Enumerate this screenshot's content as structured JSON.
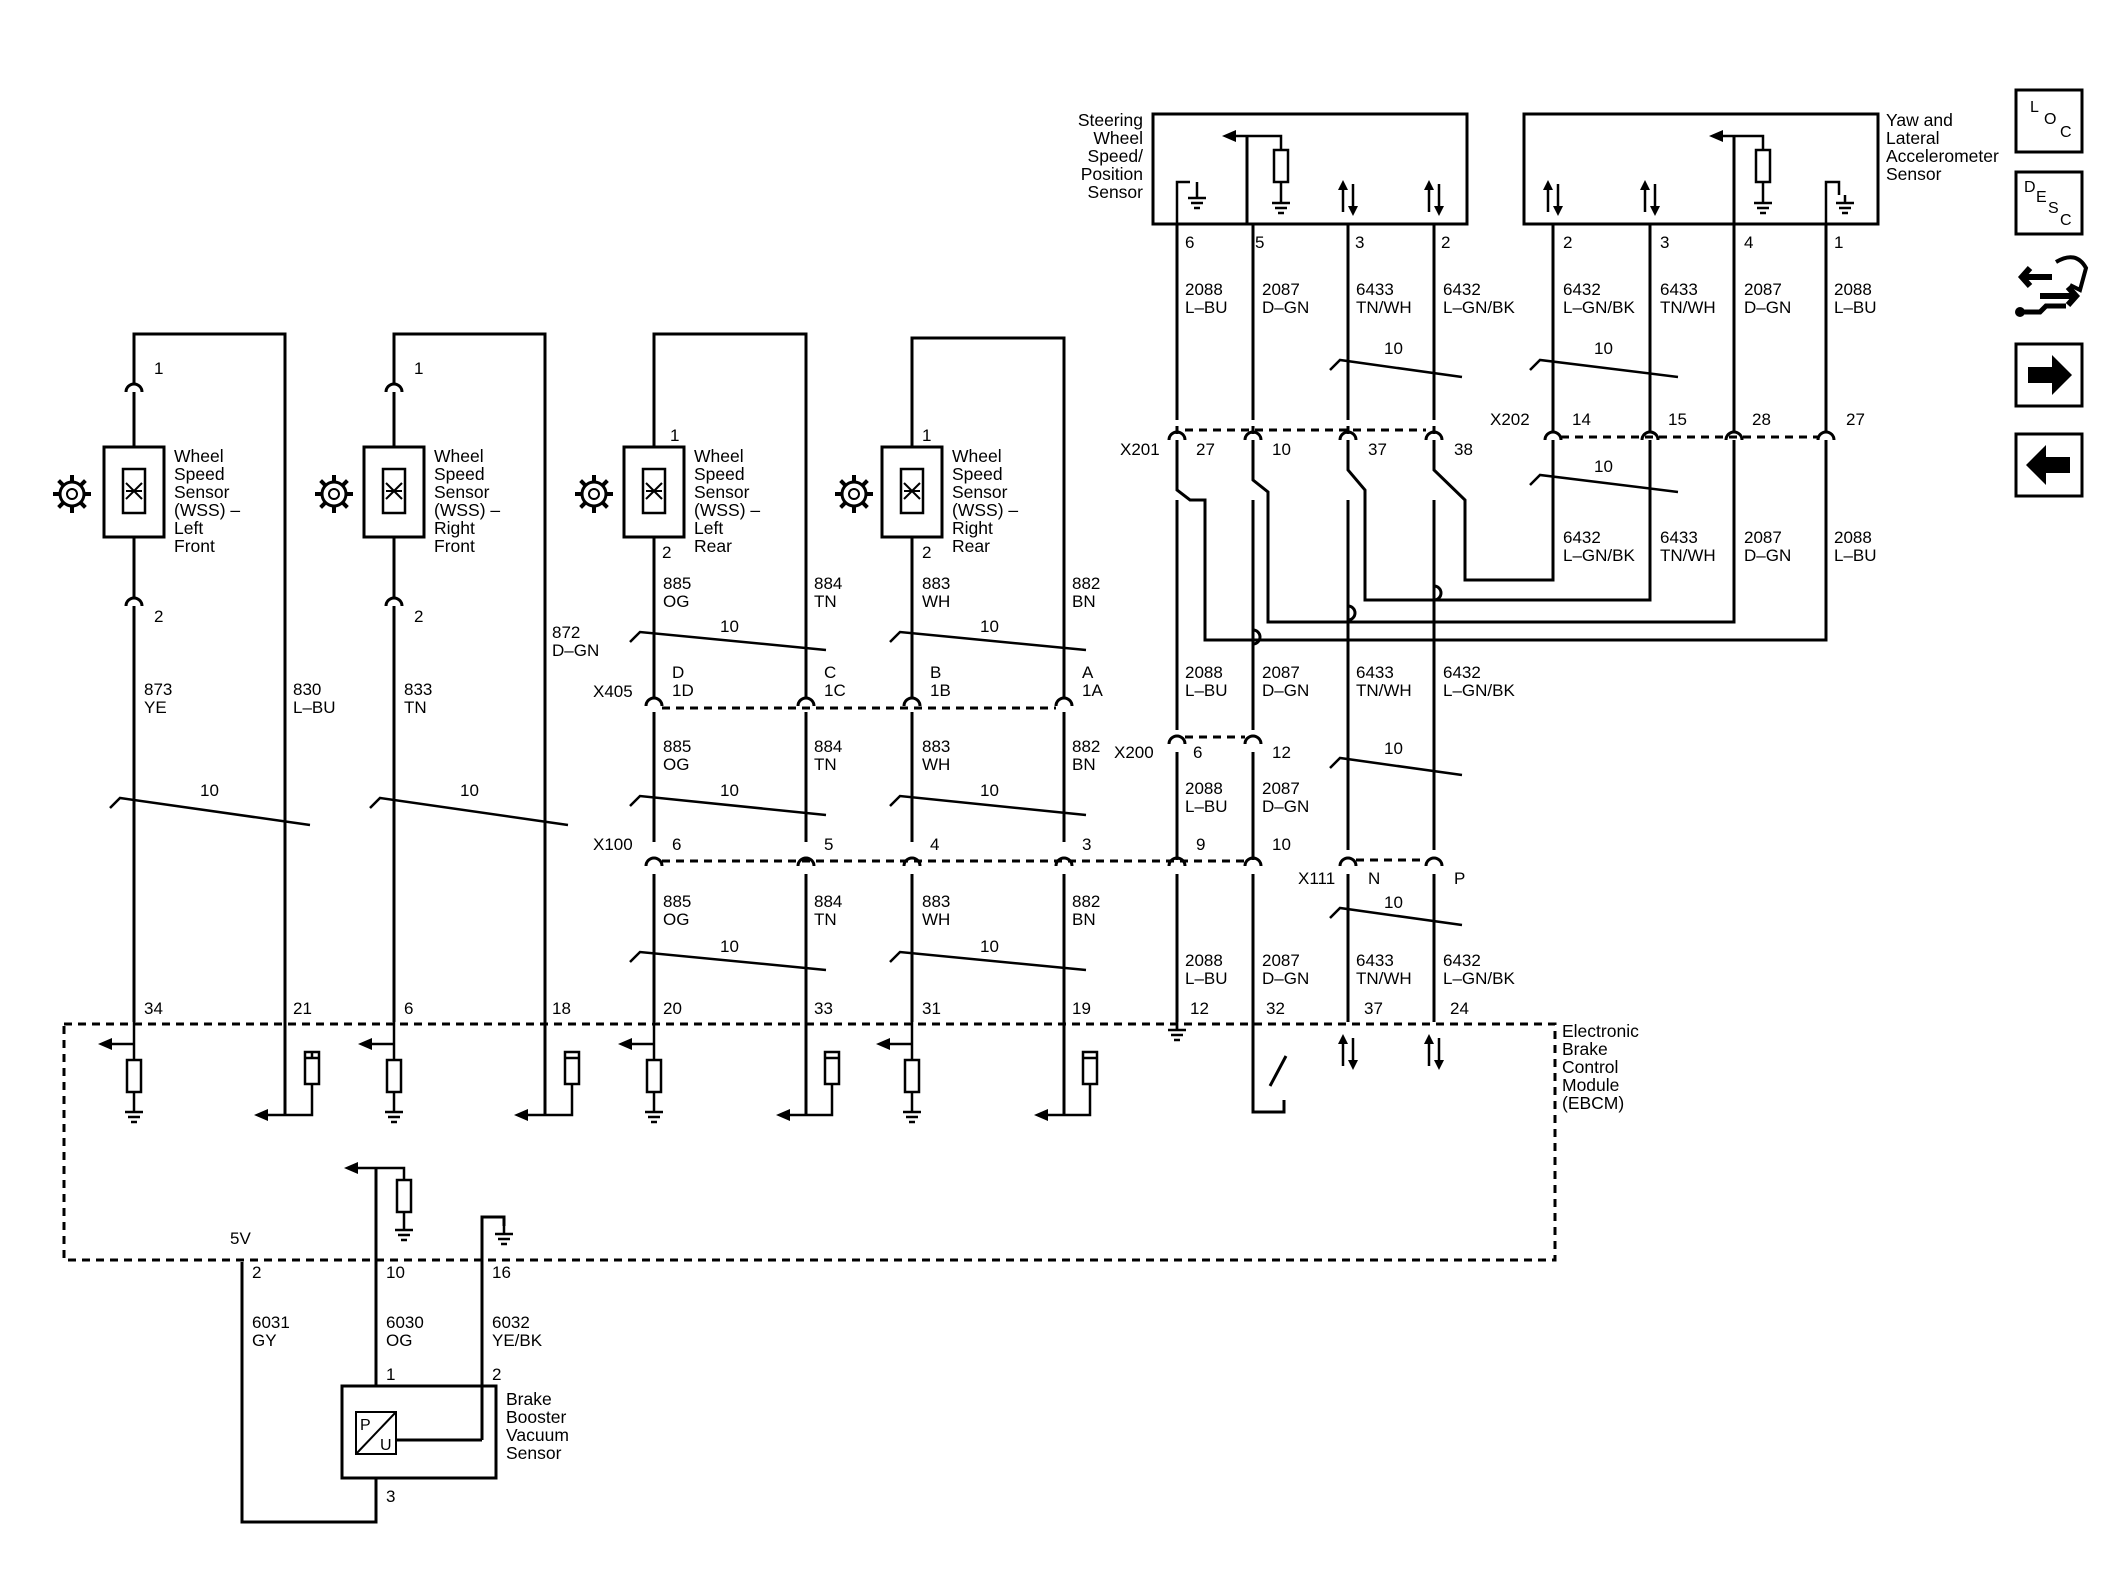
{
  "components": {
    "sws": [
      "Steering",
      "Wheel",
      "Speed/",
      "Position",
      "Sensor"
    ],
    "yaw": [
      "Yaw and",
      "Lateral",
      "Accelerometer",
      "Sensor"
    ],
    "wss_lf": [
      "Wheel",
      "Speed",
      "Sensor",
      "(WSS) –",
      "Left",
      "Front"
    ],
    "wss_rf": [
      "Wheel",
      "Speed",
      "Sensor",
      "(WSS) –",
      "Right",
      "Front"
    ],
    "wss_lr": [
      "Wheel",
      "Speed",
      "Sensor",
      "(WSS) –",
      "Left",
      "Rear"
    ],
    "wss_rr": [
      "Wheel",
      "Speed",
      "Sensor",
      "(WSS) –",
      "Right",
      "Rear"
    ],
    "ebcm": [
      "Electronic",
      "Brake",
      "Control",
      "Module",
      "(EBCM)"
    ],
    "bbvs": [
      "Brake",
      "Booster",
      "Vacuum",
      "Sensor"
    ],
    "bbvs_symbol_top": "P",
    "bbvs_symbol_bottom": "U"
  },
  "connectors": {
    "x201": "X201",
    "x202": "X202",
    "x405": "X405",
    "x200": "X200",
    "x100": "X100",
    "x111": "X111"
  },
  "pins": {
    "sws": [
      "6",
      "5",
      "3",
      "2"
    ],
    "yaw": [
      "2",
      "3",
      "4",
      "1"
    ],
    "x201": [
      "27",
      "10",
      "37",
      "38"
    ],
    "x202": [
      "14",
      "15",
      "28",
      "27"
    ],
    "wss_top": "1",
    "wss_bottom": "2",
    "x405": [
      "D",
      "1D",
      "C",
      "1C",
      "B",
      "1B",
      "A",
      "1A"
    ],
    "x200": [
      "6",
      "12"
    ],
    "x100": [
      "6",
      "5",
      "4",
      "3",
      "9",
      "10"
    ],
    "x111": [
      "N",
      "P"
    ],
    "ebcm": [
      "34",
      "21",
      "6",
      "18",
      "20",
      "33",
      "31",
      "19",
      "12",
      "32",
      "37",
      "24"
    ],
    "ebcm_low": [
      "2",
      "10",
      "16"
    ],
    "supply_label": "5V",
    "bbvs": [
      "1",
      "2",
      "3"
    ]
  },
  "circuits": {
    "c2088": [
      "2088",
      "L–BU"
    ],
    "c2087": [
      "2087",
      "D–GN"
    ],
    "c6433": [
      "6433",
      "TN/WH"
    ],
    "c6432": [
      "6432",
      "L–GN/BK"
    ],
    "c873": [
      "873",
      "YE"
    ],
    "c830": [
      "830",
      "L–BU"
    ],
    "c833": [
      "833",
      "TN"
    ],
    "c872": [
      "872",
      "D–GN"
    ],
    "c885": [
      "885",
      "OG"
    ],
    "c884": [
      "884",
      "TN"
    ],
    "c883": [
      "883",
      "WH"
    ],
    "c882": [
      "882",
      "BN"
    ],
    "c6031": [
      "6031",
      "GY"
    ],
    "c6030": [
      "6030",
      "OG"
    ],
    "c6032": [
      "6032",
      "YE/BK"
    ]
  },
  "twist": "10",
  "nav": {
    "loc": [
      "L",
      "O",
      "C"
    ],
    "desc": [
      "D",
      "E",
      "S",
      "C"
    ]
  }
}
